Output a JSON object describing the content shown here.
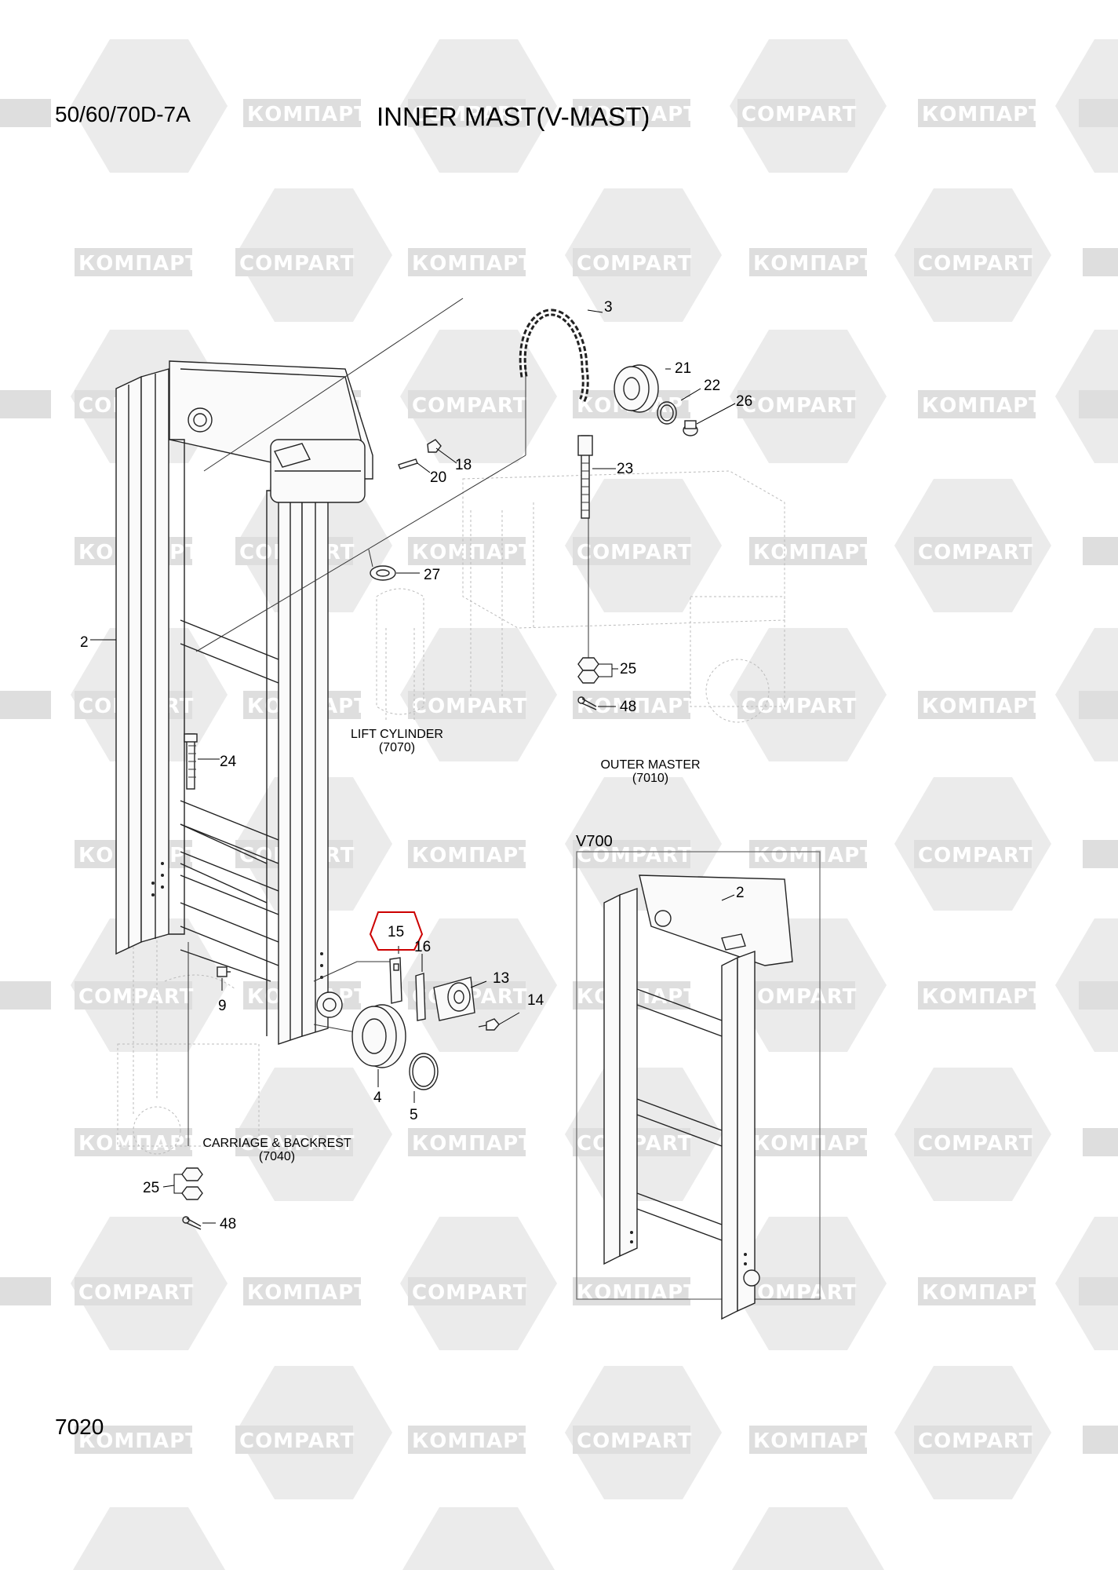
{
  "header": {
    "model": "50/60/70D-7A",
    "title": "INNER MAST(V-MAST)"
  },
  "page_number": "7020",
  "watermark": {
    "latin": "COMPART",
    "cyrillic": "КОМПАРТ"
  },
  "references": {
    "lift_cylinder": {
      "name": "LIFT CYLINDER",
      "code": "(7070)"
    },
    "outer_master": {
      "name": "OUTER MASTER",
      "code": "(7010)"
    },
    "carriage_backrest": {
      "name": "CARRIAGE & BACKREST",
      "code": "(7040)"
    }
  },
  "variant_label": "V700",
  "highlight_color": "#cc0000",
  "parts": {
    "p2": "2",
    "p2_inset": "2",
    "p3": "3",
    "p4": "4",
    "p5": "5",
    "p9": "9",
    "p13": "13",
    "p14": "14",
    "p15": "15",
    "p16": "16",
    "p18": "18",
    "p20": "20",
    "p21": "21",
    "p22": "22",
    "p23": "23",
    "p24": "24",
    "p25_upper": "25",
    "p25_lower": "25",
    "p26": "26",
    "p27": "27",
    "p48_upper": "48",
    "p48_lower": "48"
  }
}
